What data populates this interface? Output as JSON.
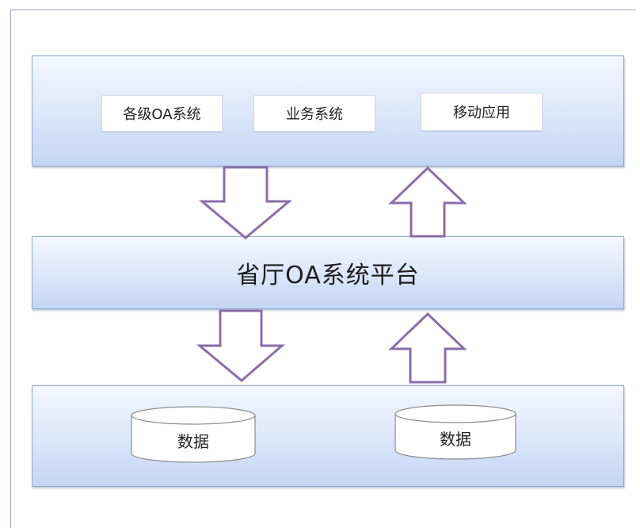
{
  "top_layer": {
    "boxes": [
      {
        "label": "各级OA系统"
      },
      {
        "label": "业务系统"
      },
      {
        "label": "移动应用"
      }
    ]
  },
  "middle_layer": {
    "label": "省厅OA系统平台"
  },
  "bottom_layer": {
    "databases": [
      {
        "label": "数据"
      },
      {
        "label": "数据"
      }
    ]
  },
  "arrows": [
    {
      "direction": "down",
      "from": "top_layer",
      "to": "middle_layer"
    },
    {
      "direction": "up",
      "from": "middle_layer",
      "to": "top_layer"
    },
    {
      "direction": "down",
      "from": "middle_layer",
      "to": "bottom_layer"
    },
    {
      "direction": "up",
      "from": "bottom_layer",
      "to": "middle_layer"
    }
  ],
  "colors": {
    "band_border": "#8ba5cf",
    "band_gradient_top": "#f4f8ff",
    "band_gradient_bottom": "#c3d6f4",
    "arrow_stroke": "#8a6ea8",
    "arrow_fill": "#ffffff",
    "frame_border": "#9aa9bd"
  }
}
